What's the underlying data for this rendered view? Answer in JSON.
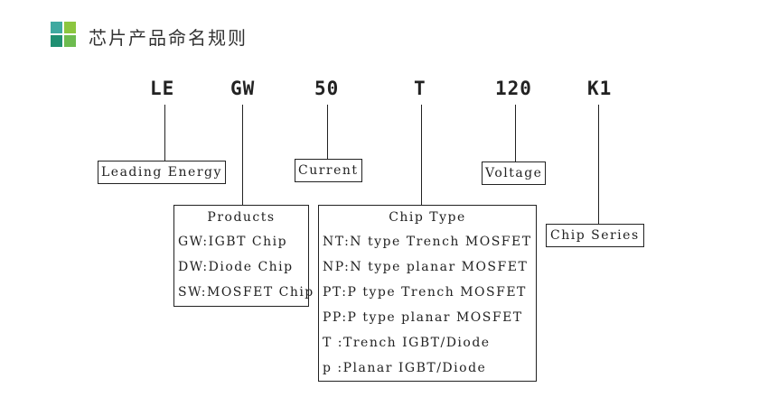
{
  "header": {
    "title": "芯片产品命名规则",
    "icon": "logo-squares-icon",
    "colors": [
      "#3fa9a0",
      "#8cc63f",
      "#1f8f72",
      "#6dbb4f"
    ]
  },
  "codes": [
    "LE",
    "GW",
    "50",
    "T",
    "120",
    "K1"
  ],
  "labels": {
    "leading": "Leading Energy",
    "current": "Current",
    "voltage": "Voltage",
    "series": "Chip Series"
  },
  "products": {
    "title": "Products",
    "items": [
      "GW:IGBT Chip",
      "DW:Diode Chip",
      "SW:MOSFET Chip"
    ]
  },
  "chiptype": {
    "title": "Chip Type",
    "items": [
      "NT:N type Trench MOSFET",
      "NP:N type planar MOSFET",
      "PT:P type Trench MOSFET",
      "PP:P type planar MOSFET",
      "T :Trench IGBT/Diode",
      "p :Planar IGBT/Diode"
    ]
  }
}
